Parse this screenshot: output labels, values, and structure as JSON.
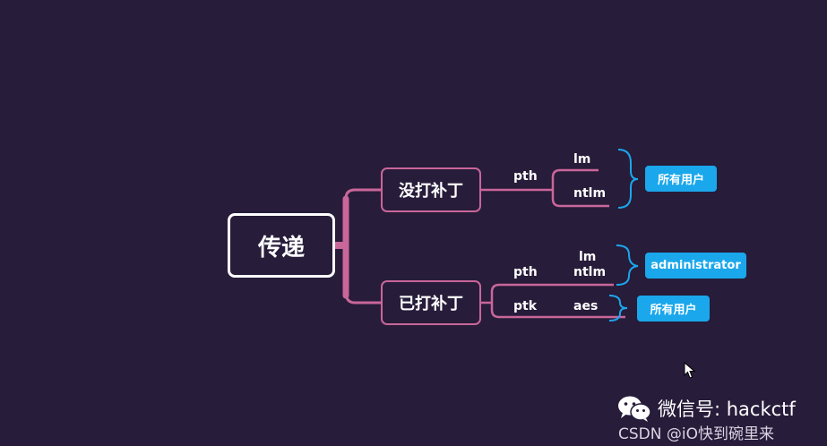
{
  "mindmap": {
    "root": "传递",
    "branches": [
      {
        "label": "没打补丁",
        "items": [
          {
            "method": "pth",
            "hashes": [
              "lm",
              "ntlm"
            ],
            "result": "所有用户"
          }
        ]
      },
      {
        "label": "已打补丁",
        "items": [
          {
            "method": "pth",
            "hashes": [
              "lm",
              "ntlm"
            ],
            "result": "administrator"
          },
          {
            "method": "ptk",
            "hashes": [
              "aes"
            ],
            "result": "所有用户"
          }
        ]
      }
    ]
  },
  "watermark": {
    "wechat": "微信号: hackctf",
    "csdn": "CSDN @iO快到碗里来"
  },
  "colors": {
    "background": "#271c3a",
    "branch_line": "#c9669a",
    "bracket": "#1aa7ec",
    "tag": "#1aa7ec"
  }
}
